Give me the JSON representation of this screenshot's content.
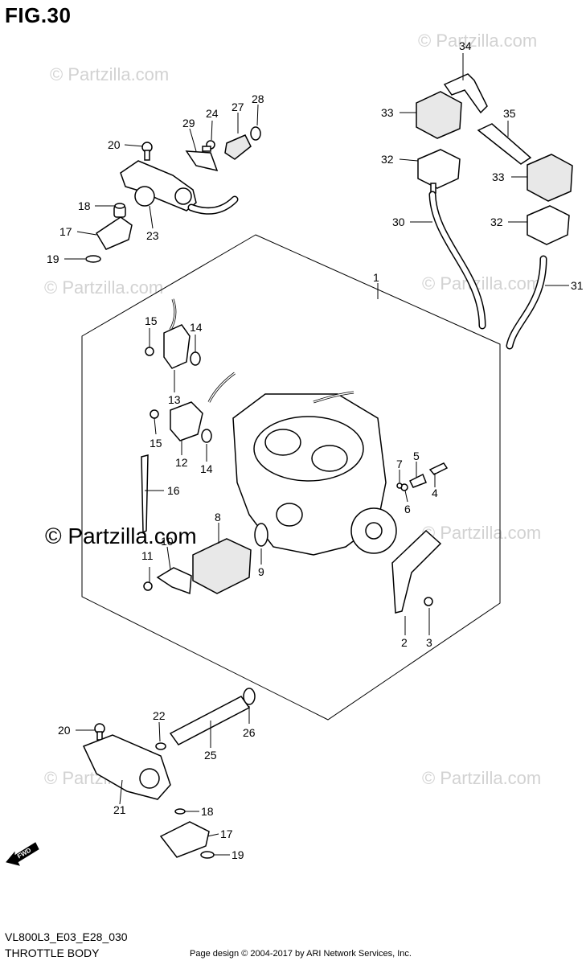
{
  "figure": {
    "title": "FIG.30"
  },
  "footer": {
    "model_code": "VL800L3_E03_E28_030",
    "section_name": "THROTTLE BODY",
    "copyright": "Page design © 2004-2017 by ARI Network Services, Inc."
  },
  "watermarks": {
    "small": "© Partzilla.com",
    "large": "© Partzilla.com"
  },
  "fwd_label": "FWD",
  "callouts": [
    "1",
    "2",
    "3",
    "4",
    "5",
    "6",
    "7",
    "8",
    "9",
    "10",
    "11",
    "12",
    "13",
    "14",
    "14",
    "15",
    "15",
    "16",
    "17",
    "17",
    "18",
    "18",
    "19",
    "19",
    "20",
    "20",
    "21",
    "22",
    "23",
    "24",
    "25",
    "26",
    "27",
    "28",
    "29",
    "30",
    "31",
    "32",
    "32",
    "33",
    "33",
    "34",
    "35"
  ]
}
